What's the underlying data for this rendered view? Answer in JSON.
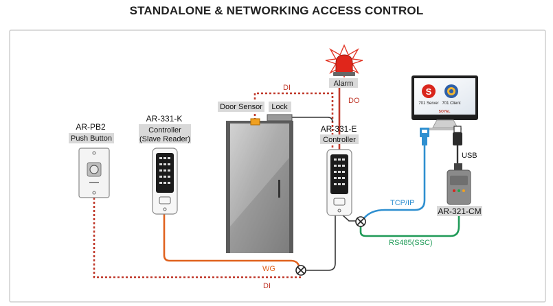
{
  "title": "STANDALONE & NETWORKING ACCESS CONTROL",
  "devices": {
    "push_button": {
      "model": "AR-PB2",
      "desc": "Push Button"
    },
    "slave_reader": {
      "model": "AR-331-K",
      "desc1": "Controller",
      "desc2": "(Slave Reader)"
    },
    "controller": {
      "model": "AR-331-E",
      "desc": "Controller"
    },
    "converter": {
      "model": "AR-321-CM"
    }
  },
  "labels": {
    "door_sensor": "Door Sensor",
    "lock": "Lock",
    "alarm": "Alarm"
  },
  "wires": {
    "di_top": "DI",
    "do": "DO",
    "wg": "WG",
    "di_bottom": "DI",
    "tcpip": "TCP/IP",
    "rs485": "RS485(SSC)",
    "usb": "USB"
  },
  "monitor": {
    "app1": "701 Server",
    "app2": "701 Client",
    "brand": "SOYAL"
  },
  "colors": {
    "red_wire": "#c0392b",
    "orange_wire": "#e0621e",
    "blue_wire": "#2e8fd0",
    "green_wire": "#1f9a57",
    "label_box": "#d9d9d9"
  }
}
